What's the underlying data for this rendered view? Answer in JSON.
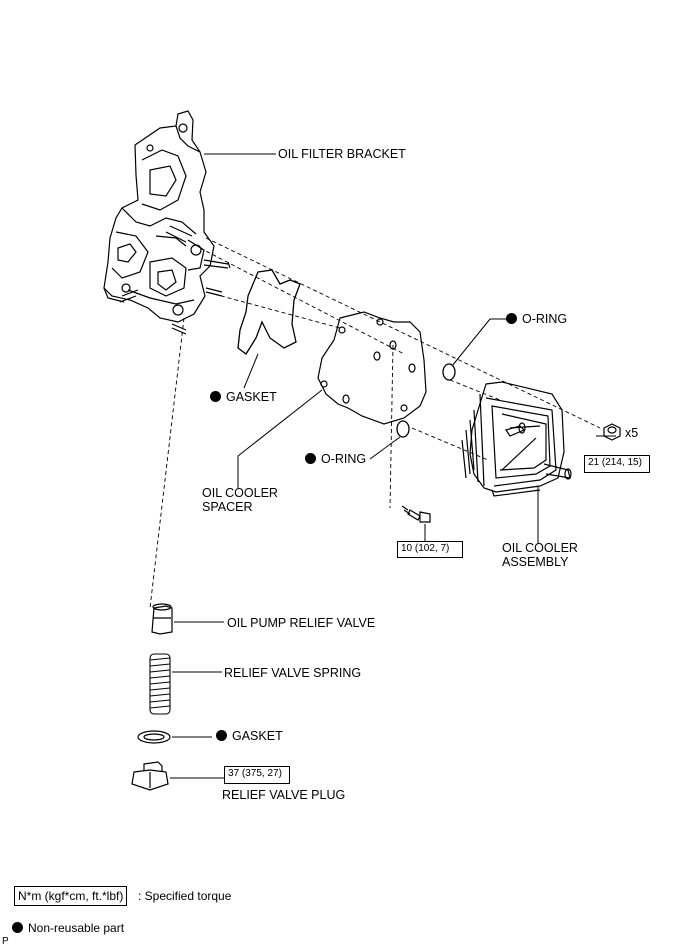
{
  "labels": {
    "oil_filter_bracket": "OIL FILTER BRACKET",
    "o_ring_top": "O-RING",
    "gasket_upper": "GASKET",
    "o_ring_mid": "O-RING",
    "oil_cooler_spacer": "OIL COOLER\nSPACER",
    "oil_cooler_assembly": "OIL COOLER\nASSEMBLY",
    "quantity_x5": "x5",
    "oil_pump_relief_valve": "OIL PUMP RELIEF VALVE",
    "relief_valve_spring": "RELIEF VALVE SPRING",
    "gasket_lower": "GASKET",
    "relief_valve_plug": "RELIEF VALVE PLUG"
  },
  "torques": {
    "nut": "21 (214, 15)",
    "bolt": "10 (102, 7)",
    "plug": "37 (375, 27)"
  },
  "legend": {
    "torque_units": "N*m (kgf*cm, ft.*lbf)",
    "torque_desc": ": Specified torque",
    "nonreusable_desc": "Non-reusable part"
  },
  "footer_mark": "P"
}
